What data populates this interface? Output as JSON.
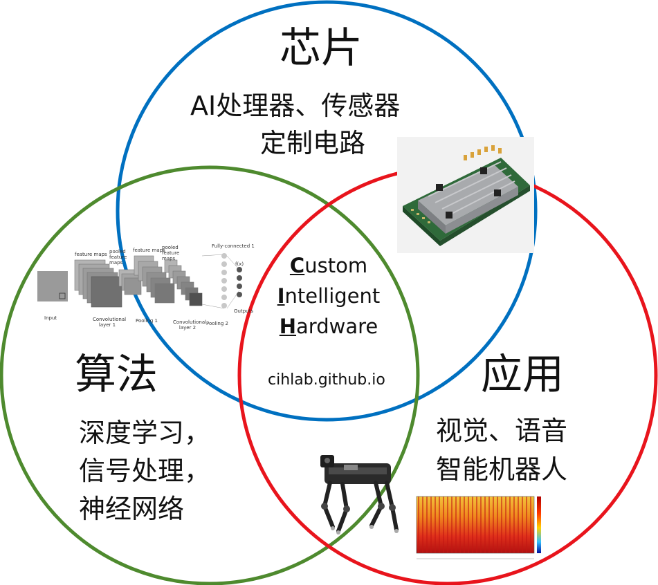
{
  "circles": {
    "chip": {
      "color": "#0070C0"
    },
    "algorithm": {
      "color": "#4E8A2E"
    },
    "application": {
      "color": "#E8141C"
    }
  },
  "chip": {
    "title": "芯片",
    "lines": [
      "AI处理器、传感器",
      "定制电路"
    ]
  },
  "algorithm": {
    "title": "算法",
    "lines": [
      "深度学习，",
      "信号处理，",
      "神经网络"
    ]
  },
  "application": {
    "title": "应用",
    "lines": [
      "视觉、语音",
      "智能机器人"
    ]
  },
  "center": {
    "lines": [
      {
        "first": "C",
        "rest": "ustom"
      },
      {
        "first": "I",
        "rest": "ntelligent"
      },
      {
        "first": "H",
        "rest": "ardware"
      }
    ],
    "url": "cihlab.github.io"
  },
  "cnn_figure": {
    "labels": {
      "input": "Input",
      "feature_maps_1": "feature maps",
      "pooled_1": "pooled feature maps",
      "feature_maps_2": "feature maps",
      "pooled_2": "pooled feature maps",
      "fully_connected": "Fully-connected 1",
      "conv1": "Convolutional layer 1",
      "pool1": "Pooling 1",
      "conv2": "Convolutional layer 2",
      "pool2": "Pooling 2",
      "outputs": "Outputs",
      "f": "f(x)"
    }
  },
  "images": {
    "chip_board": "circuit-board-image",
    "robot": "quadruped-robot-image",
    "spectrogram": "spectrogram-image"
  }
}
